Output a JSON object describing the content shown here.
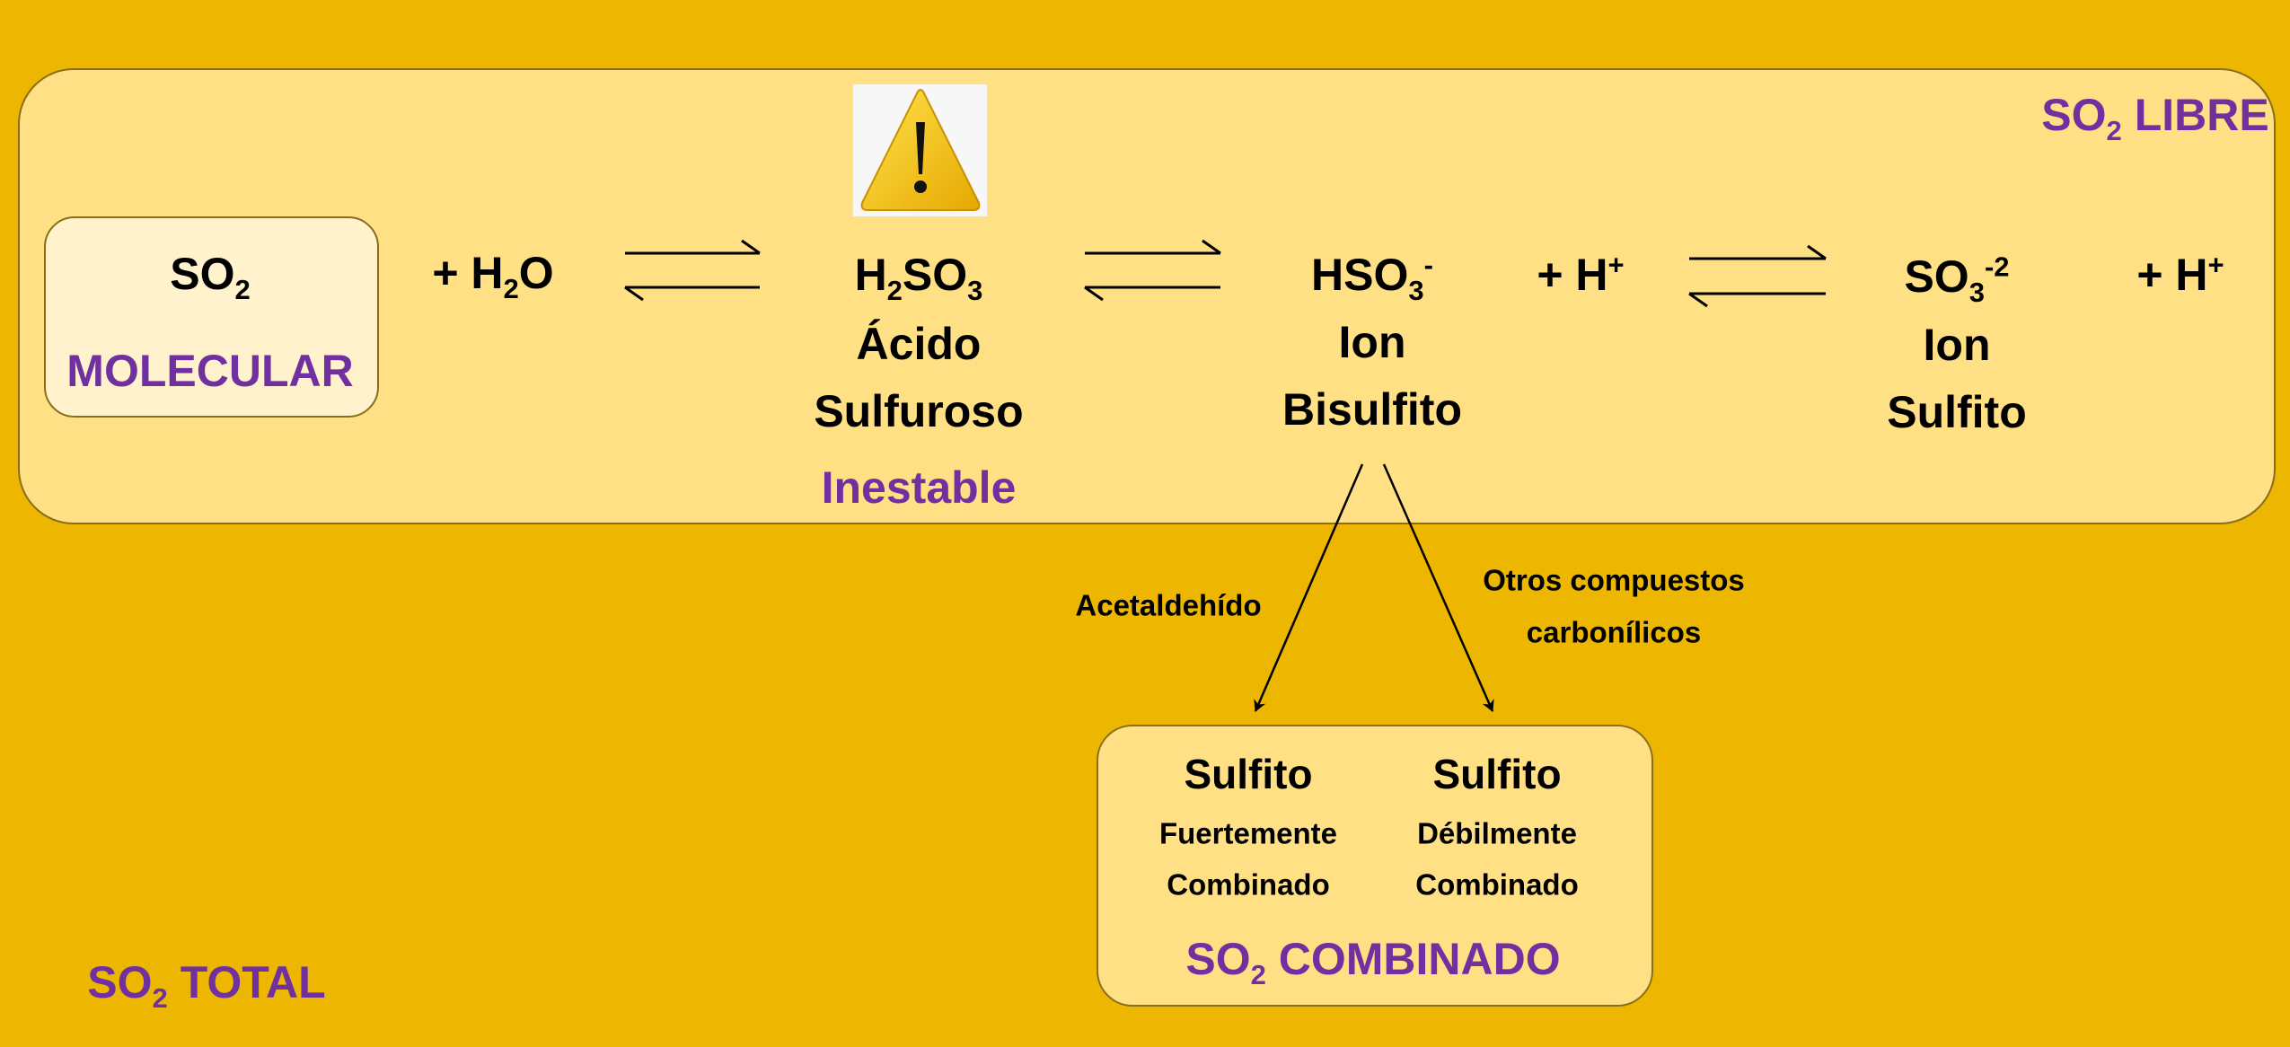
{
  "labels": {
    "so2_libre": {
      "base": "SO",
      "sub": "2",
      "rest": " LIBRE"
    },
    "so2_total": {
      "base": "SO",
      "sub": "2",
      "rest": " TOTAL"
    },
    "so2_combinado": {
      "base": "SO",
      "sub": "2",
      "rest": " COMBINADO"
    },
    "molecular": "MOLECULAR",
    "inestable": "Inestable"
  },
  "equation": {
    "so2": {
      "base": "SO",
      "sub": "2"
    },
    "plus_h2o": {
      "pre": "+ H",
      "sub": "2",
      "post": "O"
    },
    "h2so3": {
      "a": "H",
      "sub1": "2",
      "b": "SO",
      "sub2": "3",
      "line1": "Ácido",
      "line2": "Sulfuroso"
    },
    "hso3": {
      "base": "HSO",
      "sub": "3",
      "sup": "-",
      "line1": "Ion",
      "line2": "Bisulfito"
    },
    "plus_h_1": {
      "pre": "+ H",
      "sup": "+"
    },
    "so3": {
      "base": "SO",
      "sub": "3",
      "sup": "-2",
      "line1": "Ion",
      "line2": "Sulfito"
    },
    "plus_h_2": {
      "pre": "+ H",
      "sup": "+"
    }
  },
  "branches": {
    "left_label": "Acetaldehído",
    "right_label_1": "Otros compuestos",
    "right_label_2": "carbonílicos"
  },
  "combined": {
    "strong": {
      "title": "Sulfito",
      "line1": "Fuertemente",
      "line2": "Combinado"
    },
    "weak": {
      "title": "Sulfito",
      "line1": "Débilmente",
      "line2": "Combinado"
    }
  },
  "icons": {
    "warning": "warning-triangle-icon"
  },
  "colors": {
    "background": "#EDB600",
    "panel": "#FFE085",
    "molecular_panel": "#FFF2CC",
    "accent": "#7030A0"
  }
}
